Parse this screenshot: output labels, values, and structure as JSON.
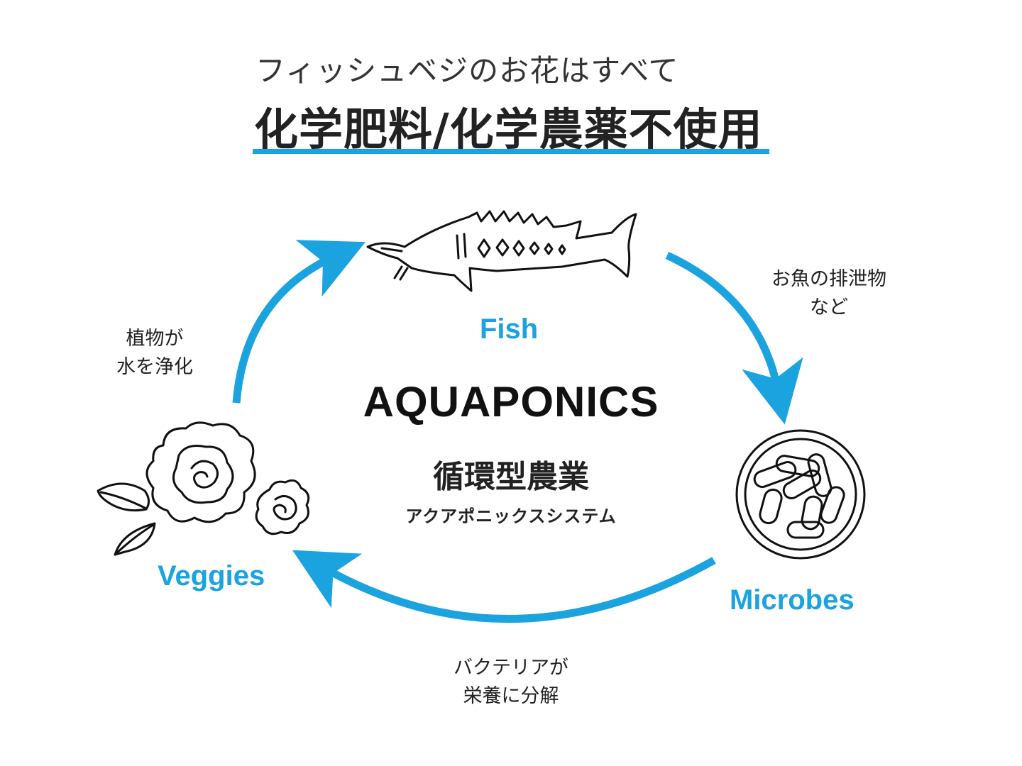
{
  "header": {
    "subtitle": "フィッシュベジのお花はすべて",
    "headline": "化学肥料/化学農薬不使用"
  },
  "center": {
    "title": "AQUAPONICS",
    "jp": "循環型農業",
    "kana": "アクアポニックスシステム"
  },
  "nodes": {
    "fish": "Fish",
    "microbes": "Microbes",
    "veggies": "Veggies"
  },
  "notes": {
    "fish_to_microbes": [
      "お魚の排泄物",
      "など"
    ],
    "microbes_to_veggies": [
      "バクテリアが",
      "栄養に分解"
    ],
    "veggies_to_fish": [
      "植物が",
      "水を浄化"
    ]
  },
  "colors": {
    "accent": "#1aa3de",
    "ink": "#111111"
  },
  "icons": {
    "fish": "sturgeon-fish-icon",
    "microbes": "petri-dish-bacteria-icon",
    "veggies": "flower-leaves-icon"
  }
}
